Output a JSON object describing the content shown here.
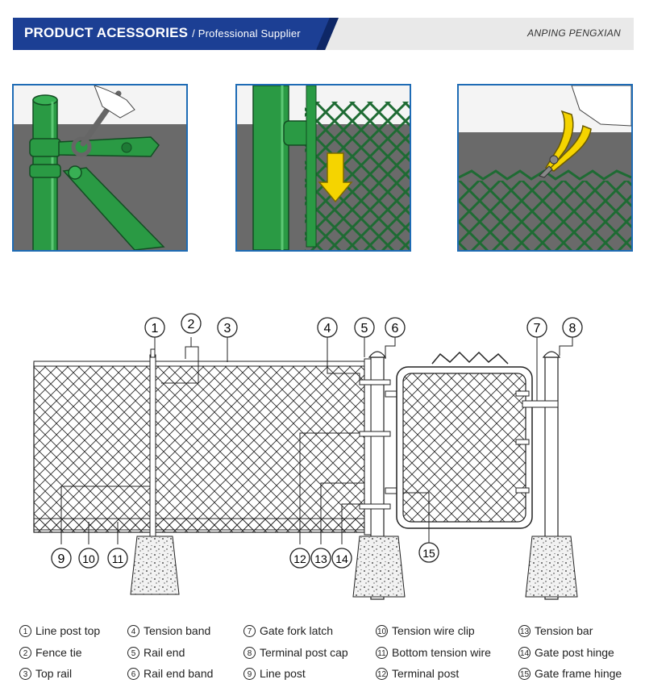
{
  "header": {
    "title": "PRODUCT ACESSORIES",
    "subtitle": "/ Professional Supplier",
    "brand": "ANPING PENGXIAN"
  },
  "colors": {
    "banner_blue": "#1c3f94",
    "panel_border": "#1e6bb5",
    "fence_green": "#1f8a3a",
    "mesh_green": "#1e6b33",
    "arrow_yellow": "#f5d400"
  },
  "callouts": [
    "1",
    "2",
    "3",
    "4",
    "5",
    "6",
    "7",
    "8",
    "9",
    "10",
    "11",
    "12",
    "13",
    "14",
    "15"
  ],
  "legend": [
    {
      "num": "1",
      "label": "Line post top"
    },
    {
      "num": "2",
      "label": "Fence tie"
    },
    {
      "num": "3",
      "label": "Top rail"
    },
    {
      "num": "4",
      "label": "Tension band"
    },
    {
      "num": "5",
      "label": "Rail end"
    },
    {
      "num": "6",
      "label": "Rail end band"
    },
    {
      "num": "7",
      "label": "Gate fork latch"
    },
    {
      "num": "8",
      "label": "Terminal post cap"
    },
    {
      "num": "9",
      "label": "Line post"
    },
    {
      "num": "10",
      "label": "Tension wire clip"
    },
    {
      "num": "11",
      "label": "Bottom tension wire"
    },
    {
      "num": "12",
      "label": "Terminal post"
    },
    {
      "num": "13",
      "label": "Tension bar"
    },
    {
      "num": "14",
      "label": "Gate post hinge"
    },
    {
      "num": "15",
      "label": "Gate frame hinge"
    }
  ]
}
